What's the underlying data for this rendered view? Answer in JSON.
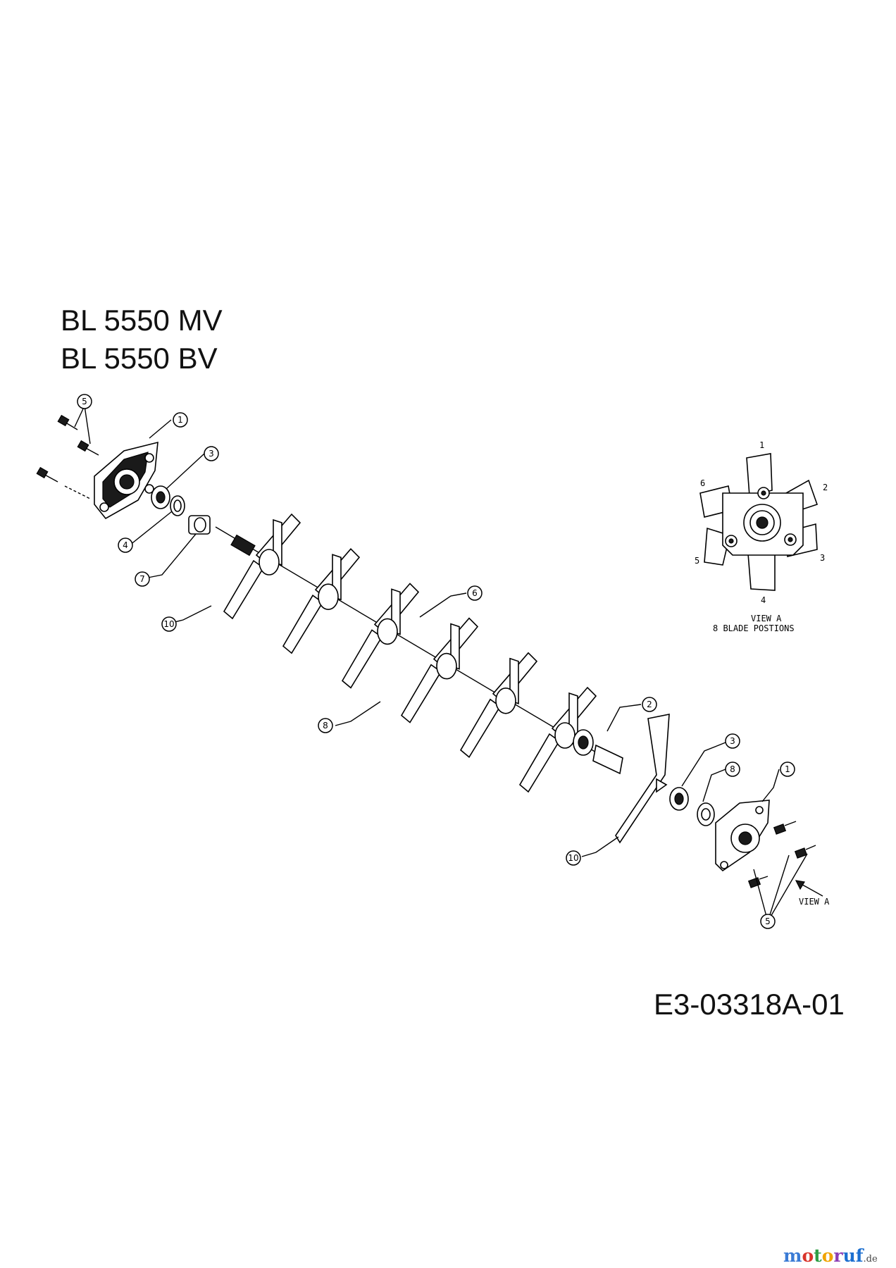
{
  "titles": [
    "BL 5550 MV",
    "BL 5550 BV"
  ],
  "drawing_code": "E3-03318A-01",
  "callouts": {
    "c1a": "1",
    "c1b": "1",
    "c2": "2",
    "c3a": "3",
    "c3b": "3",
    "c4": "4",
    "c5a": "5",
    "c5b": "5",
    "c6": "6",
    "c7": "7",
    "c8a": "8",
    "c8b": "8",
    "c10a": "10",
    "c10b": "10"
  },
  "view_a": {
    "caption_line1": "VIEW A",
    "caption_line2": "8 BLADE POSTIONS",
    "positions": [
      "1",
      "2",
      "3",
      "4",
      "5",
      "6"
    ],
    "arrow_label": "VIEW A"
  },
  "watermark": {
    "parts": [
      "m",
      "o",
      "t",
      "o",
      "r",
      "uf"
    ],
    "domain": ".de"
  }
}
